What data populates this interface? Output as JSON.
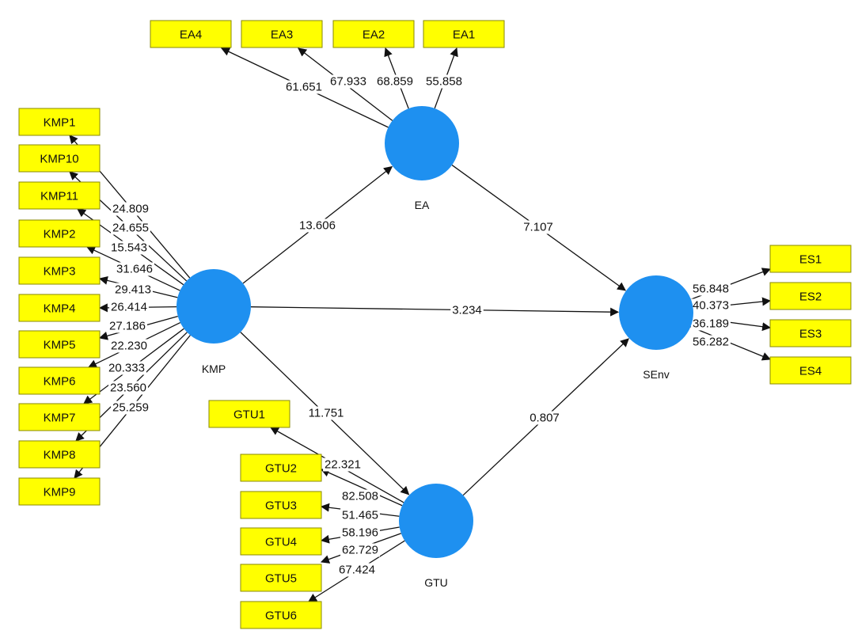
{
  "colors": {
    "construct_fill": "#1E90F0",
    "indicator_fill": "#FFFF00",
    "indicator_border": "#8A8A00",
    "arrow": "#111111",
    "label_bg": "#ffffff"
  },
  "constructs": [
    {
      "id": "EA",
      "label": "EA"
    },
    {
      "id": "KMP",
      "label": "KMP"
    },
    {
      "id": "SEnv",
      "label": "SEnv"
    },
    {
      "id": "GTU",
      "label": "GTU"
    }
  ],
  "paths": [
    {
      "from": "KMP",
      "to": "EA",
      "value": "13.606"
    },
    {
      "from": "EA",
      "to": "SEnv",
      "value": "7.107"
    },
    {
      "from": "KMP",
      "to": "SEnv",
      "value": "3.234"
    },
    {
      "from": "KMP",
      "to": "GTU",
      "value": "11.751"
    },
    {
      "from": "GTU",
      "to": "SEnv",
      "value": "0.807"
    }
  ],
  "indicators": [
    {
      "id": "EA4",
      "label": "EA4",
      "construct": "EA",
      "loading": "61.651"
    },
    {
      "id": "EA3",
      "label": "EA3",
      "construct": "EA",
      "loading": "67.933"
    },
    {
      "id": "EA2",
      "label": "EA2",
      "construct": "EA",
      "loading": "68.859"
    },
    {
      "id": "EA1",
      "label": "EA1",
      "construct": "EA",
      "loading": "55.858"
    },
    {
      "id": "KMP1",
      "label": "KMP1",
      "construct": "KMP",
      "loading": "24.809"
    },
    {
      "id": "KMP10",
      "label": "KMP10",
      "construct": "KMP",
      "loading": "24.655"
    },
    {
      "id": "KMP11",
      "label": "KMP11",
      "construct": "KMP",
      "loading": "15.543"
    },
    {
      "id": "KMP2",
      "label": "KMP2",
      "construct": "KMP",
      "loading": "31.646"
    },
    {
      "id": "KMP3",
      "label": "KMP3",
      "construct": "KMP",
      "loading": "29.413"
    },
    {
      "id": "KMP4",
      "label": "KMP4",
      "construct": "KMP",
      "loading": "26.414"
    },
    {
      "id": "KMP5",
      "label": "KMP5",
      "construct": "KMP",
      "loading": "27.186"
    },
    {
      "id": "KMP6",
      "label": "KMP6",
      "construct": "KMP",
      "loading": "22.230"
    },
    {
      "id": "KMP7",
      "label": "KMP7",
      "construct": "KMP",
      "loading": "20.333"
    },
    {
      "id": "KMP8",
      "label": "KMP8",
      "construct": "KMP",
      "loading": "23.560"
    },
    {
      "id": "KMP9",
      "label": "KMP9",
      "construct": "KMP",
      "loading": "25.259"
    },
    {
      "id": "ES1",
      "label": "ES1",
      "construct": "SEnv",
      "loading": "56.848"
    },
    {
      "id": "ES2",
      "label": "ES2",
      "construct": "SEnv",
      "loading": "40.373"
    },
    {
      "id": "ES3",
      "label": "ES3",
      "construct": "SEnv",
      "loading": "36.189"
    },
    {
      "id": "ES4",
      "label": "ES4",
      "construct": "SEnv",
      "loading": "56.282"
    },
    {
      "id": "GTU1",
      "label": "GTU1",
      "construct": "GTU",
      "loading": "22.321"
    },
    {
      "id": "GTU2",
      "label": "GTU2",
      "construct": "GTU",
      "loading": "82.508"
    },
    {
      "id": "GTU3",
      "label": "GTU3",
      "construct": "GTU",
      "loading": "51.465"
    },
    {
      "id": "GTU4",
      "label": "GTU4",
      "construct": "GTU",
      "loading": "58.196"
    },
    {
      "id": "GTU5",
      "label": "GTU5",
      "construct": "GTU",
      "loading": "62.729"
    },
    {
      "id": "GTU6",
      "label": "GTU6",
      "construct": "GTU",
      "loading": "67.424"
    }
  ]
}
